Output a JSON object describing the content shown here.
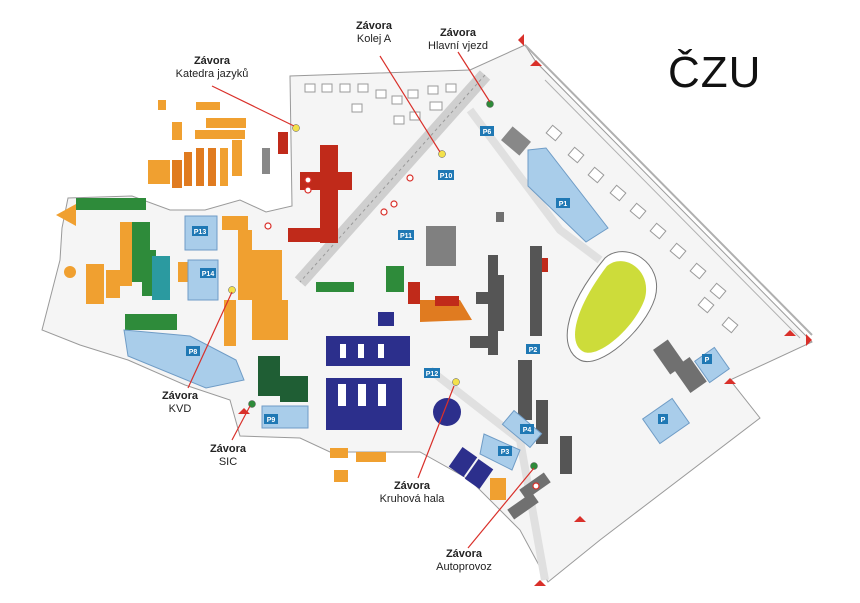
{
  "title": "ČZU",
  "colors": {
    "road": "#e6e6e6",
    "road_edge": "#9a9a9a",
    "parking": "#a9cdea",
    "parking_edge": "#6f9cc6",
    "parking_badge": "#1f78b4",
    "orange": "#f0a030",
    "orange_dark": "#e07b20",
    "red": "#c02a1a",
    "green": "#2e8b3a",
    "dark_green": "#1f5e34",
    "teal": "#2b9aa0",
    "navy": "#2c2f8c",
    "gray": "#707070",
    "dark_gray": "#555555",
    "field": "#cddc3a",
    "barrier": "#f3e14b",
    "entry_red": "#d9302a"
  },
  "labels": [
    {
      "title": "Závora",
      "sub": "Katedra jazyků"
    },
    {
      "title": "Závora",
      "sub": "Kolej A"
    },
    {
      "title": "Závora",
      "sub": "Hlavní vjezd"
    },
    {
      "title": "Závora",
      "sub": "KVD"
    },
    {
      "title": "Závora",
      "sub": "SIC"
    },
    {
      "title": "Závora",
      "sub": "Kruhová hala"
    },
    {
      "title": "Závora",
      "sub": "Autoprovoz"
    }
  ],
  "parking": [
    "P1",
    "P2",
    "P3",
    "P4",
    "P6",
    "P8",
    "P9",
    "P10",
    "P11",
    "P12",
    "P13",
    "P14",
    "P",
    "P"
  ]
}
